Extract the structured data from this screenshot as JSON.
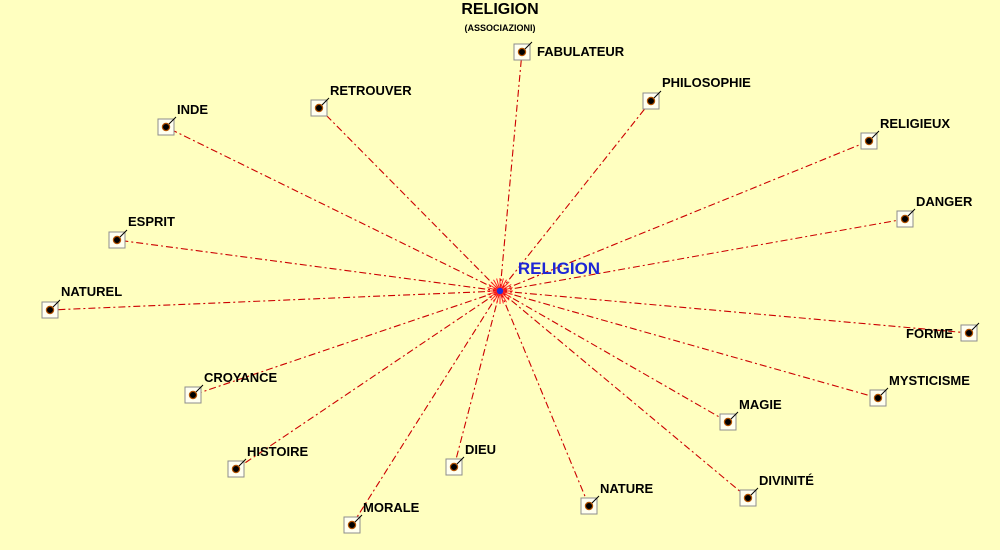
{
  "title": "RELIGION",
  "subtitle": "(ASSOCIAZIONI)",
  "center": {
    "label": "RELIGION",
    "color": "#1d27d6"
  },
  "colors": {
    "background": "#ffffc0",
    "link": "#cc0000",
    "node_box": "#8c8c8c",
    "node_dot": "#000000",
    "node_ring": "#b05000"
  },
  "nodes": [
    {
      "label": "FABULATEUR"
    },
    {
      "label": "PHILOSOPHIE"
    },
    {
      "label": "RELIGIEUX"
    },
    {
      "label": "DANGER"
    },
    {
      "label": "FORME"
    },
    {
      "label": "MYSTICISME"
    },
    {
      "label": "MAGIE"
    },
    {
      "label": "DIVINITÉ"
    },
    {
      "label": "NATURE"
    },
    {
      "label": "DIEU"
    },
    {
      "label": "MORALE"
    },
    {
      "label": "HISTOIRE"
    },
    {
      "label": "CROYANCE"
    },
    {
      "label": "NATUREL"
    },
    {
      "label": "ESPRIT"
    },
    {
      "label": "INDE"
    },
    {
      "label": "RETROUVER"
    }
  ]
}
